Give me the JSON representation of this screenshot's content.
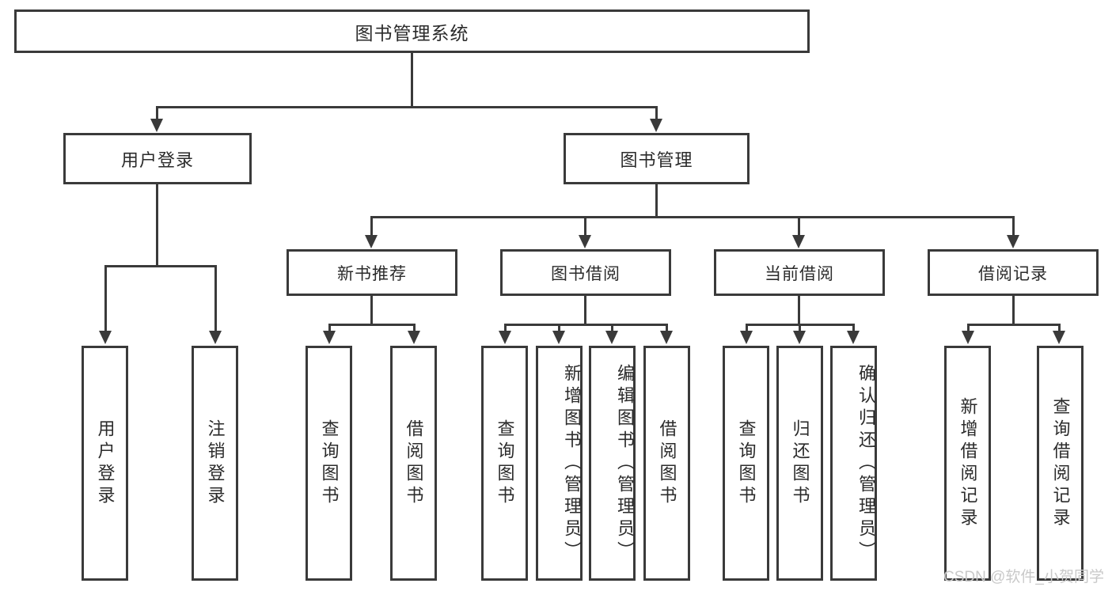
{
  "diagram": {
    "type": "tree-hierarchy-functional-decomposition",
    "root": {
      "label": "图书管理系统"
    },
    "level2": [
      {
        "label": "用户登录"
      },
      {
        "label": "图书管理"
      }
    ],
    "level3": [
      {
        "label": "新书推荐"
      },
      {
        "label": "图书借阅"
      },
      {
        "label": "当前借阅"
      },
      {
        "label": "借阅记录"
      }
    ],
    "leaves": {
      "user_login": [
        {
          "label": "用户登录"
        },
        {
          "label": "注销登录"
        }
      ],
      "new_book_recommend": [
        {
          "label": "查询图书"
        },
        {
          "label": "借阅图书"
        }
      ],
      "book_borrow": [
        {
          "label": "查询图书"
        },
        {
          "label": "新增图书（管理员）"
        },
        {
          "label": "编辑图书（管理员）"
        },
        {
          "label": "借阅图书"
        }
      ],
      "current_borrow": [
        {
          "label": "查询图书"
        },
        {
          "label": "归还图书"
        },
        {
          "label": "确认归还（管理员）"
        }
      ],
      "borrow_record": [
        {
          "label": "新增借阅记录"
        },
        {
          "label": "查询借阅记录"
        }
      ]
    }
  },
  "watermark": {
    "text": "CSDN @软件_小贺同学"
  },
  "colors": {
    "stroke": "#3a3a3a",
    "text": "#2b2b2b",
    "background": "#ffffff",
    "watermark": "#c9c9c9"
  }
}
